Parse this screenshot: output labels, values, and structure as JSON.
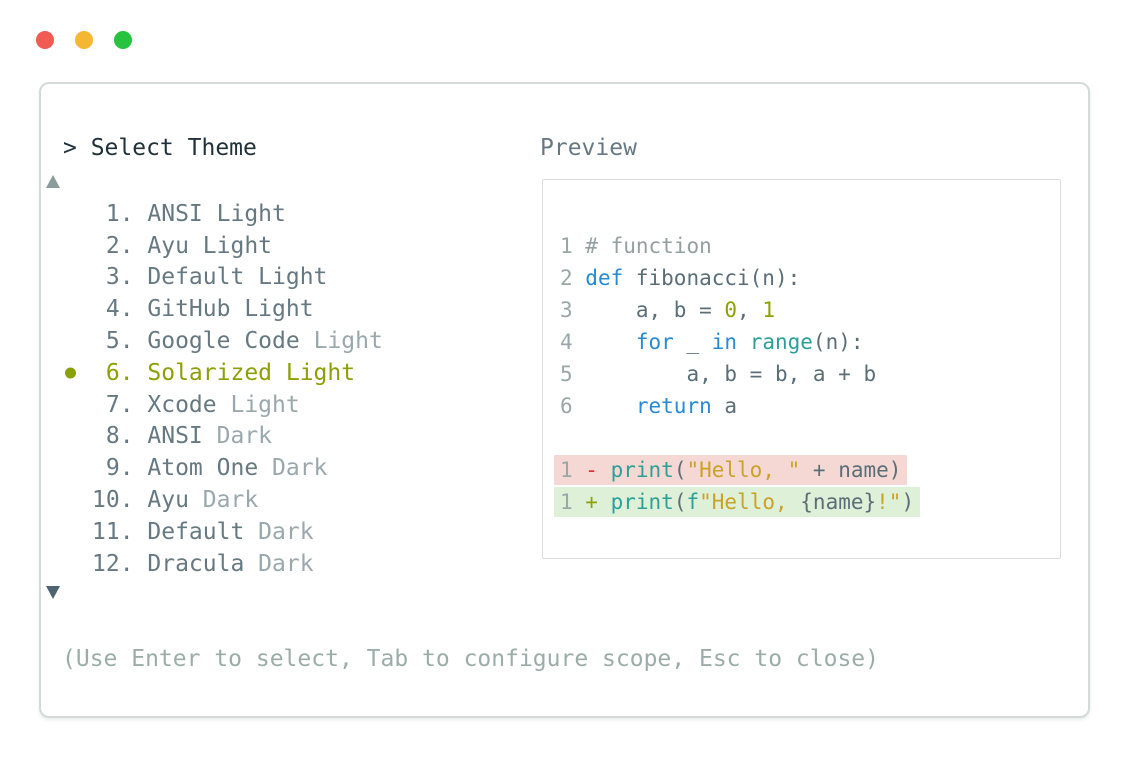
{
  "window": {
    "traffic_lights": [
      {
        "name": "close-button",
        "color": "#f15b54"
      },
      {
        "name": "minimize-button",
        "color": "#f5b731"
      },
      {
        "name": "maximize-button",
        "color": "#27c23e"
      }
    ]
  },
  "dialog": {
    "prompt": "> Select Theme",
    "scroll_up_icon": "triangle-up",
    "scroll_down_icon": "triangle-down",
    "hint": "(Use Enter to select, Tab to configure scope, Esc to close)",
    "themes": [
      {
        "number": " 1.",
        "name": "ANSI Light",
        "variant": "",
        "selected": false
      },
      {
        "number": " 2.",
        "name": "Ayu Light",
        "variant": "",
        "selected": false
      },
      {
        "number": " 3.",
        "name": "Default Light",
        "variant": "",
        "selected": false
      },
      {
        "number": " 4.",
        "name": "GitHub Light",
        "variant": "",
        "selected": false
      },
      {
        "number": " 5.",
        "name": "Google Code",
        "variant": "Light",
        "selected": false
      },
      {
        "number": " 6.",
        "name": "Solarized Light",
        "variant": "",
        "selected": true
      },
      {
        "number": " 7.",
        "name": "Xcode",
        "variant": "Light",
        "selected": false
      },
      {
        "number": " 8.",
        "name": "ANSI",
        "variant": "Dark",
        "selected": false
      },
      {
        "number": " 9.",
        "name": "Atom One",
        "variant": "Dark",
        "selected": false
      },
      {
        "number": "10.",
        "name": "Ayu",
        "variant": "Dark",
        "selected": false
      },
      {
        "number": "11.",
        "name": "Default",
        "variant": "Dark",
        "selected": false
      },
      {
        "number": "12.",
        "name": "Dracula",
        "variant": "Dark",
        "selected": false
      }
    ]
  },
  "preview": {
    "label": "Preview",
    "code_lines": [
      {
        "num": "1",
        "tokens": [
          {
            "t": "# function",
            "c": "comment"
          }
        ]
      },
      {
        "num": "2",
        "tokens": [
          {
            "t": "def",
            "c": "kw"
          },
          {
            "t": " fibonacci(n):",
            "c": "plain"
          }
        ]
      },
      {
        "num": "3",
        "tokens": [
          {
            "t": "    a, b = ",
            "c": "plain"
          },
          {
            "t": "0",
            "c": "olive"
          },
          {
            "t": ", ",
            "c": "plain"
          },
          {
            "t": "1",
            "c": "olive"
          }
        ]
      },
      {
        "num": "4",
        "tokens": [
          {
            "t": "    ",
            "c": "plain"
          },
          {
            "t": "for",
            "c": "kw"
          },
          {
            "t": " _ ",
            "c": "plain"
          },
          {
            "t": "in",
            "c": "kw"
          },
          {
            "t": " ",
            "c": "plain"
          },
          {
            "t": "range",
            "c": "teal"
          },
          {
            "t": "(n):",
            "c": "plain"
          }
        ]
      },
      {
        "num": "5",
        "tokens": [
          {
            "t": "        a, b = b, a + b",
            "c": "plain"
          }
        ]
      },
      {
        "num": "6",
        "tokens": [
          {
            "t": "    ",
            "c": "plain"
          },
          {
            "t": "return",
            "c": "kw"
          },
          {
            "t": " a",
            "c": "plain"
          }
        ]
      },
      {
        "tokens": []
      },
      {
        "num": "1",
        "sign": "-",
        "diff": "removed",
        "tokens": [
          {
            "t": "print",
            "c": "teal"
          },
          {
            "t": "(",
            "c": "plain"
          },
          {
            "t": "\"Hello, \"",
            "c": "gold"
          },
          {
            "t": " + name)",
            "c": "plain"
          }
        ]
      },
      {
        "num": "1",
        "sign": "+",
        "diff": "added",
        "tokens": [
          {
            "t": "print",
            "c": "teal"
          },
          {
            "t": "(",
            "c": "plain"
          },
          {
            "t": "f",
            "c": "teal"
          },
          {
            "t": "\"Hello, ",
            "c": "gold"
          },
          {
            "t": "{name}",
            "c": "plain"
          },
          {
            "t": "!\"",
            "c": "gold"
          },
          {
            "t": ")",
            "c": "plain"
          }
        ]
      }
    ]
  },
  "colors": {
    "selected_accent": "#8ba004",
    "keyword_blue": "#268bd2",
    "function_teal": "#2aa198",
    "string_gold": "#c9a227",
    "diff_removed_red": "#dc322f",
    "diff_removed_bg": "#f5d8d3",
    "diff_added_bg": "#dff0d9",
    "text_slate": "#667982",
    "text_dim": "#9aa8ad"
  }
}
